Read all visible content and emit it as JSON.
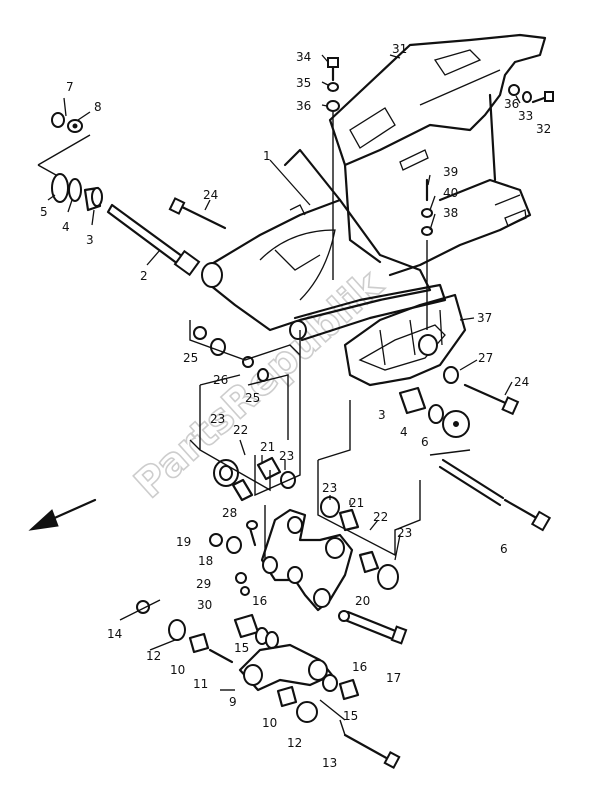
{
  "watermark": "PartsRepublik",
  "colors": {
    "ink": "#111111",
    "background": "#ffffff",
    "watermark": "#c8c8c8"
  },
  "direction_arrow": {
    "icon": "front-arrow-icon"
  },
  "callouts": {
    "c1": "1",
    "c2": "2",
    "c3a": "3",
    "c3b": "3",
    "c4a": "4",
    "c4b": "4",
    "c5": "5",
    "c6a": "6",
    "c6b": "6",
    "c7": "7",
    "c8": "8",
    "c9": "9",
    "c10a": "10",
    "c10b": "10",
    "c11": "11",
    "c12a": "12",
    "c12b": "12",
    "c13": "13",
    "c14": "14",
    "c15a": "15",
    "c15b": "15",
    "c16a": "16",
    "c16b": "16",
    "c17": "17",
    "c18": "18",
    "c19": "19",
    "c20": "20",
    "c21a": "21",
    "c21b": "21",
    "c22a": "22",
    "c22b": "22",
    "c23a": "23",
    "c23b": "23",
    "c23c": "23",
    "c23d": "23",
    "c24a": "24",
    "c24b": "24",
    "c25a": "25",
    "c25b": "25",
    "c26": "26",
    "c27": "27",
    "c28": "28",
    "c29": "29",
    "c30": "30",
    "c31": "31",
    "c32": "32",
    "c33": "33",
    "c34": "34",
    "c35": "35",
    "c36a": "36",
    "c36b": "36",
    "c37": "37",
    "c38": "38",
    "c39": "39",
    "c40": "40"
  }
}
